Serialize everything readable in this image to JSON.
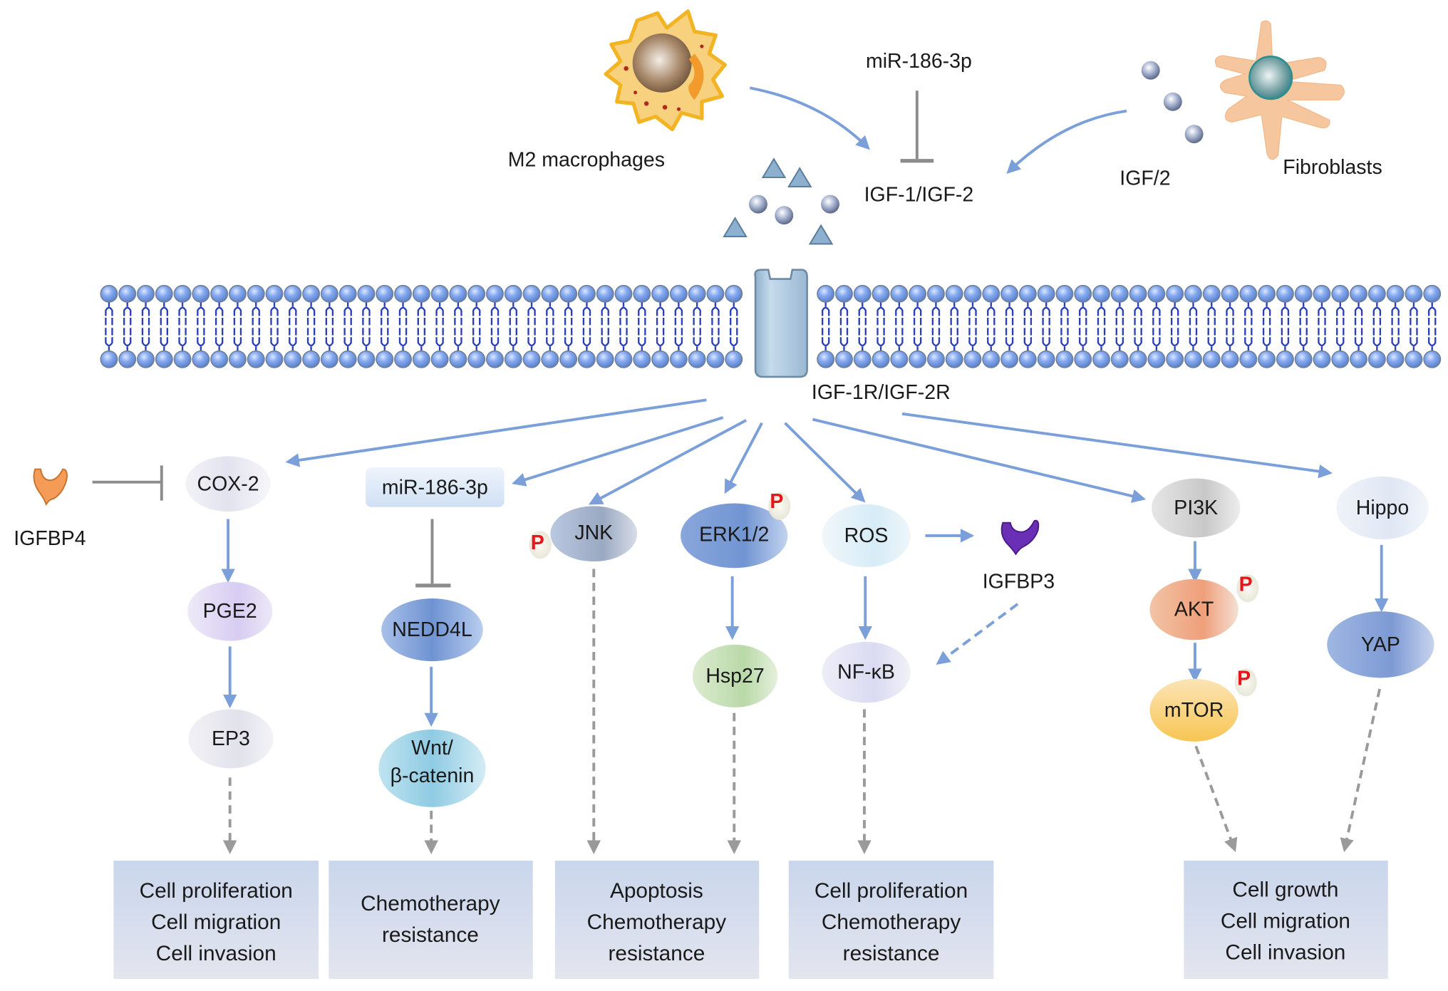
{
  "colors": {
    "arrow_blue": "#7b9fd8",
    "inhibit_gray": "#8c8c8c",
    "dashed_gray": "#9a9a9a",
    "phospho_red": "#e8141b",
    "box_top": "#c9d6ec",
    "box_bottom": "#e3e5ee",
    "membrane_head": "#7fa6ea",
    "membrane_tail": "#2a3fb5"
  },
  "top": {
    "m2_label": "M2 macrophages",
    "mir_label": "miR-186-3p",
    "igf_label": "IGF-1/IGF-2",
    "igf2_label": "IGF/2",
    "fibro_label": "Fibroblasts"
  },
  "receptor": {
    "label": "IGF-1R/IGF-2R"
  },
  "nodes": {
    "igfbp4": "IGFBP4",
    "cox2": "COX-2",
    "pge2": "PGE2",
    "ep3": "EP3",
    "mir": "miR-186-3p",
    "nedd4l": "NEDD4L",
    "wnt_line1": "Wnt/",
    "wnt_line2": "β-catenin",
    "jnk": "JNK",
    "erk": "ERK1/2",
    "hsp27": "Hsp27",
    "ros": "ROS",
    "nfkb": "NF-κB",
    "igfbp3": "IGFBP3",
    "pi3k": "PI3K",
    "akt": "AKT",
    "mtor": "mTOR",
    "hippo": "Hippo",
    "yap": "YAP",
    "phospho": "P"
  },
  "outcomes": [
    {
      "lines": [
        "Cell proliferation",
        "Cell migration",
        "Cell invasion"
      ]
    },
    {
      "lines": [
        "Chemotherapy",
        "resistance"
      ]
    },
    {
      "lines": [
        "Apoptosis",
        "Chemotherapy",
        "resistance"
      ]
    },
    {
      "lines": [
        "Cell proliferation",
        "Chemotherapy",
        "resistance"
      ]
    },
    {
      "lines": [
        "Cell growth",
        "Cell migration",
        "Cell invasion"
      ]
    }
  ]
}
